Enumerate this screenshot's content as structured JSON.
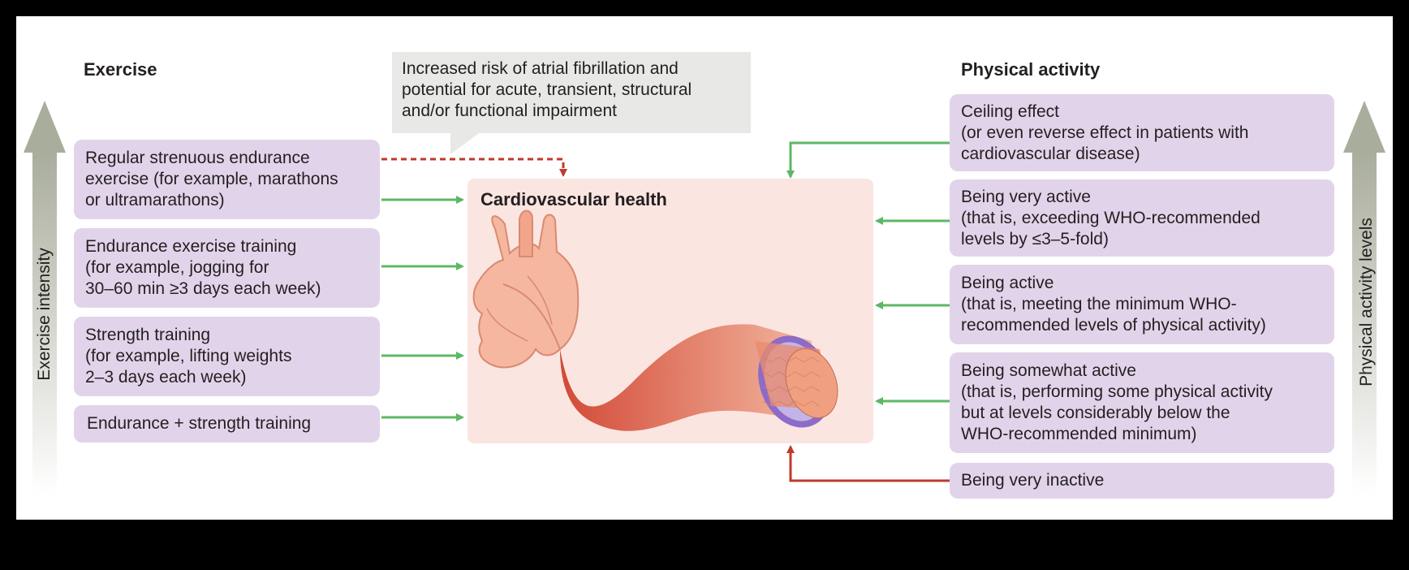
{
  "left_heading": "Exercise",
  "right_heading": "Physical activity",
  "callout": "Increased risk of atrial fibrillation and\npotential for acute, transient, structural\nand/or functional impairment",
  "center_title": "Cardiovascular health",
  "left_axis_label": "Exercise intensity",
  "right_axis_label": "Physical activity levels",
  "exercise_items": [
    {
      "text": "Regular strenuous endurance\nexercise (for example, marathons\nor ultramarathons)"
    },
    {
      "text": "Endurance exercise training\n(for example, jogging for\n30–60 min ≥3 days each week)"
    },
    {
      "text": "Strength training\n(for example, lifting weights\n2–3 days each week)"
    },
    {
      "text": "Endurance + strength training"
    }
  ],
  "activity_items": [
    {
      "text": "Ceiling effect\n(or even reverse effect in patients with\ncardiovascular disease)"
    },
    {
      "text": "Being very active\n(that is, exceeding WHO-recommended\nlevels by ≤3–5-fold)"
    },
    {
      "text": "Being active\n(that is, meeting the minimum WHO-\nrecommended levels of physical activity)"
    },
    {
      "text": "Being somewhat active\n(that is, performing some physical activity\nbut at levels considerably below the\nWHO-recommended minimum)"
    },
    {
      "text": "Being very inactive"
    }
  ],
  "colors": {
    "box": "#e1d4ea",
    "callout": "#e8e8e6",
    "center": "#fbe5e1",
    "green_arrow": "#5db865",
    "red_arrow": "#c0392b",
    "axis_arrow": "#b4b7a8"
  },
  "icons": [
    "heart-illustration",
    "artery-illustration"
  ]
}
